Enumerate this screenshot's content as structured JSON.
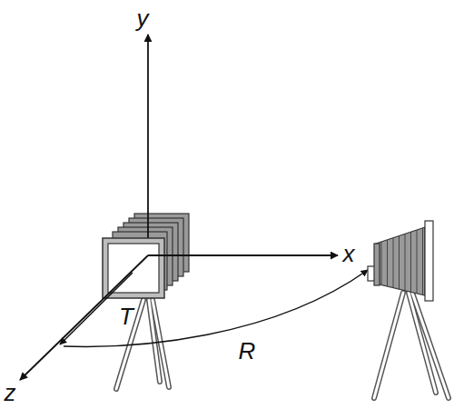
{
  "diagram": {
    "labels": [
      "y",
      "x",
      "z",
      "T",
      "R"
    ]
  }
}
